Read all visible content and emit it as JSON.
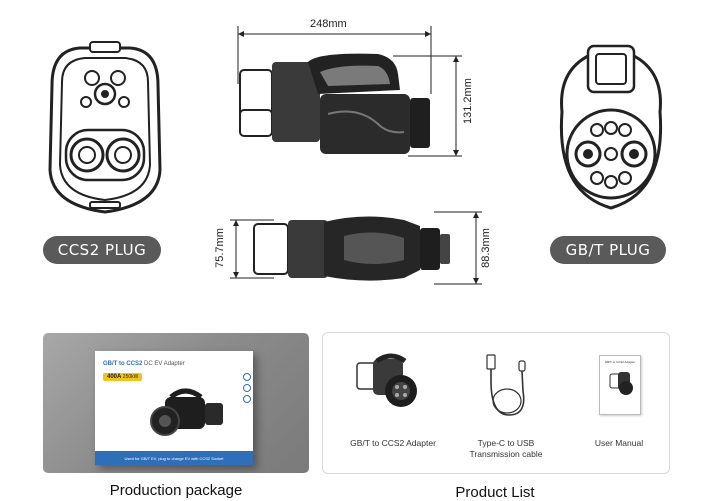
{
  "labels": {
    "ccs2_plug": "CCS2 PLUG",
    "gbt_plug": "GB/T PLUG"
  },
  "dimensions": {
    "length": "248mm",
    "height": "131.2mm",
    "side_left": "75.7mm",
    "side_right": "88.3mm"
  },
  "package": {
    "caption": "Production package",
    "box_title_left": "GB/T to ",
    "box_title_brand": "CCS2",
    "box_title_right": " DC EV Adapter",
    "badge": "400A",
    "badge_sub": "250kW",
    "box_footer": "Used for GB/T EV, plug to charge EV with CCS2 Socket"
  },
  "product_list": {
    "caption": "Product List",
    "items": [
      {
        "label": "GB/T to CCS2 Adapter"
      },
      {
        "label": "Type-C to USB\nTransmission cable"
      },
      {
        "label": "User Manual"
      }
    ],
    "manual_title": "GB/T to CCS2 Adapter"
  },
  "colors": {
    "pill_bg": "#5a5a5a",
    "package_bg": "#8c8c8c",
    "box_accent": "#2f6fb7",
    "badge_color": "#f0c418"
  }
}
